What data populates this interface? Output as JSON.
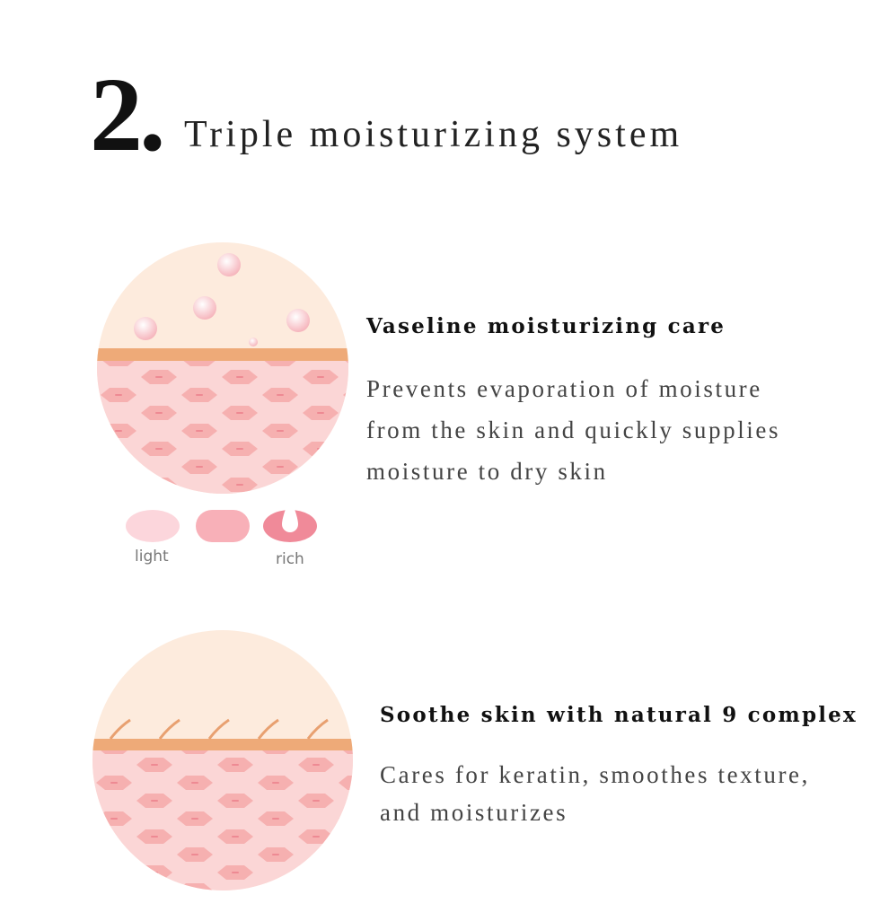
{
  "header": {
    "number": "2.",
    "title": "Triple moisturizing system"
  },
  "sections": [
    {
      "heading": "Vaseline moisturizing care",
      "lines": [
        "Prevents evaporation of moisture",
        "from the skin and quickly supplies",
        "moisture to dry skin"
      ],
      "scale": {
        "low_label": "light",
        "high_label": "rich"
      }
    },
    {
      "heading": "Soothe skin with natural 9 complex",
      "lines": [
        "Cares for keratin, smoothes texture,",
        "and moisturizes"
      ]
    }
  ],
  "colors": {
    "surface": "#fdebdd",
    "band": "#eeaa78",
    "skin": "#fbd3d3",
    "cell": "#f5aaaa",
    "nucleus": "#ee8a93"
  }
}
